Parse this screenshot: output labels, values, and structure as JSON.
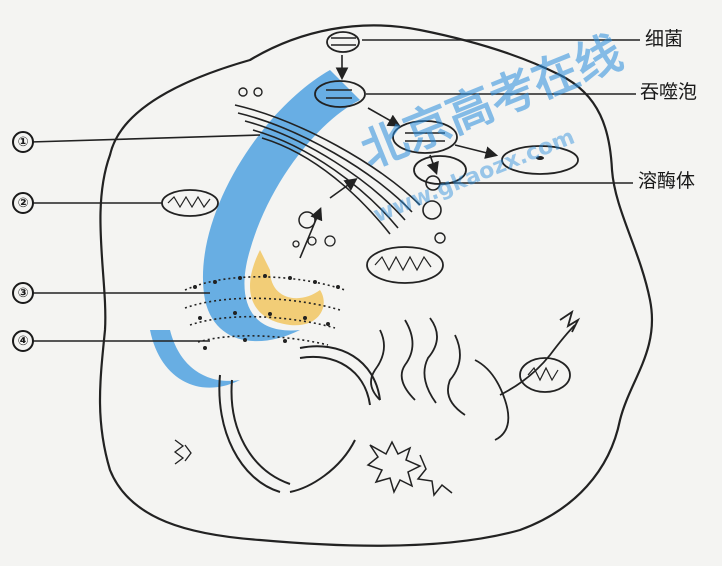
{
  "labels": {
    "bacteria": "细菌",
    "phagosome": "吞噬泡",
    "lysosome": "溶酶体"
  },
  "markers": [
    "①",
    "②",
    "③",
    "④"
  ],
  "watermark": {
    "title": "北京高考在线",
    "url": "www.gkaozx.com",
    "color": "#2d8fdc",
    "accent": "#f2c14e"
  }
}
